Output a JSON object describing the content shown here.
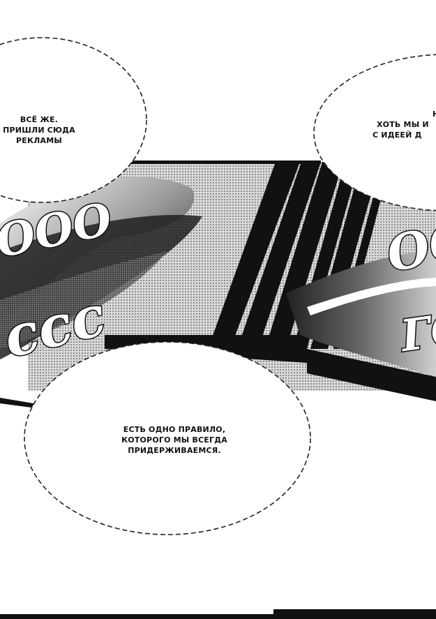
{
  "bubbles": {
    "top_left": {
      "lines": [
        "ВСЁ ЖЕ.",
        "ПРИШЛИ СЮДА",
        "РЕКЛАМЫ"
      ]
    },
    "top_right": {
      "lines": [
        "Н",
        "ХОТЬ МЫ И",
        "С ИДЕЕЙ Д"
      ]
    },
    "bottom": {
      "lines": [
        "ЕСТЬ ОДНО ПРАВИЛО,",
        "КОТОРОГО МЫ ВСЕГДА",
        "ПРИДЕРЖИВАЕМСЯ."
      ]
    }
  },
  "sfx": {
    "left_top": "ООО",
    "left_bottom": "ссс",
    "right_top": "ООО",
    "right_bottom": "ГО"
  },
  "colors": {
    "ink": "#111111",
    "paper": "#ffffff",
    "screentone": "#8a8a8a"
  }
}
